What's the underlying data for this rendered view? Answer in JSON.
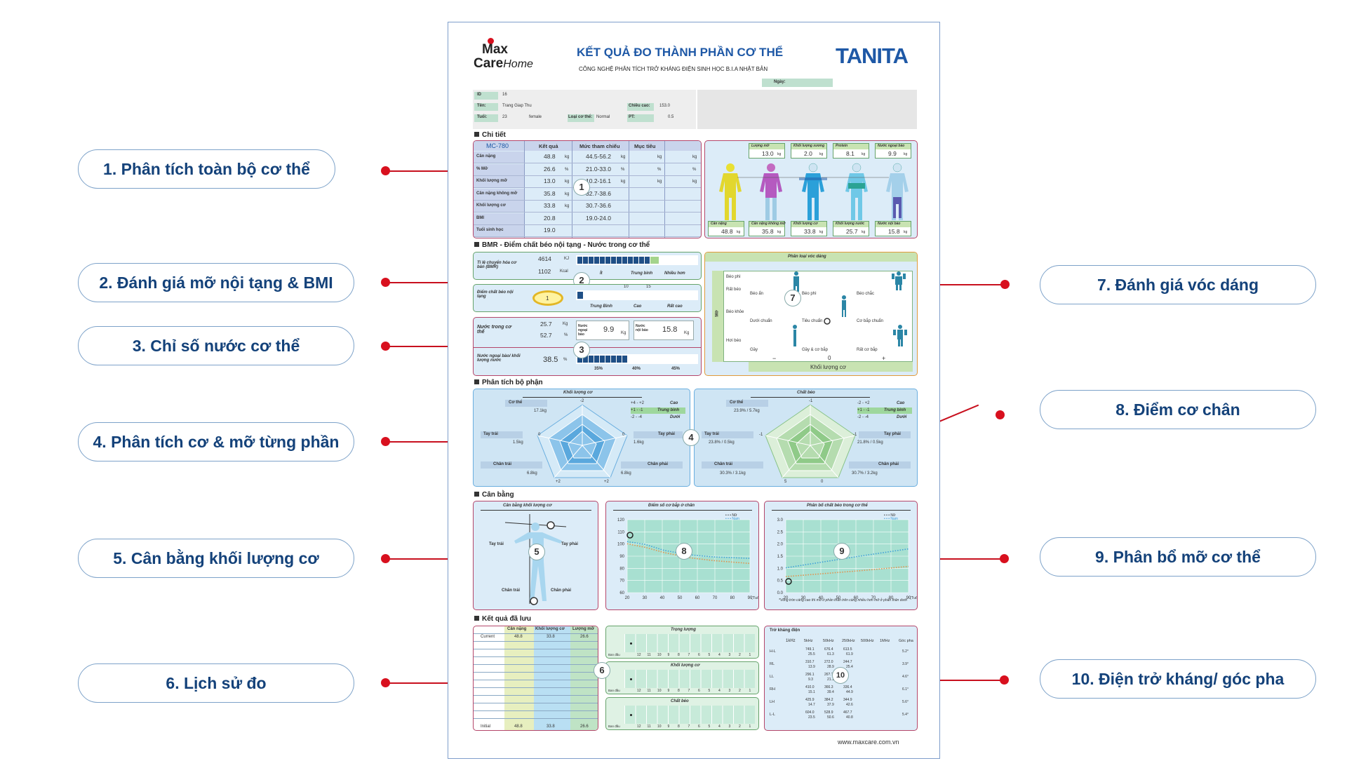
{
  "callouts": [
    {
      "label": "1. Phân tích toàn bộ cơ thể"
    },
    {
      "label": "2. Đánh giá mỡ nội tạng & BMI"
    },
    {
      "label": "3. Chỉ số nước cơ thể"
    },
    {
      "label": "4. Phân tích cơ & mỡ từng phần"
    },
    {
      "label": "5. Cân bằng khối lượng cơ"
    },
    {
      "label": "6. Lịch sử đo"
    },
    {
      "label": "7. Đánh giá vóc dáng"
    },
    {
      "label": "8. Điểm cơ chân"
    },
    {
      "label": "9. Phân bổ mỡ cơ thể"
    },
    {
      "label": "10. Điện trở kháng/ góc pha"
    }
  ],
  "header": {
    "logo_line1": "Max",
    "logo_line2_a": "Care",
    "logo_line2_b": "Home",
    "title": "KẾT QUẢ ĐO THÀNH PHẦN CƠ THỂ",
    "subtitle": "CÔNG NGHỆ PHÂN TÍCH TRỞ KHÁNG ĐIỆN SINH HỌC B.I.A NHẬT BẢN",
    "brand": "TANITA",
    "date_label": "Ngày:"
  },
  "info": {
    "id_label": "ID",
    "id_value": "16",
    "name_label": "Tên:",
    "name_value": "Trang Giap Thu",
    "height_label": "Chiều cao:",
    "height_value": "153.0",
    "age_label": "Tuổi:",
    "age_value": "23",
    "gender_value": "female",
    "type_label": "Loại cơ thể:",
    "type_value": "Normal",
    "pt_label": "PT:",
    "pt_value": "0.5"
  },
  "sections": {
    "detail": "Chi tiết",
    "bmr": "BMR - Điểm chất béo nội tạng - Nước trong cơ thể",
    "segment": "Phân tích bộ phận",
    "balance": "Cân bằng",
    "history": "Kết quả đã lưu"
  },
  "detail_table": {
    "model": "MC-780",
    "headers": [
      "Kết quả",
      "Mức tham chiếu",
      "Mục tiêu"
    ],
    "rows": [
      {
        "label": "Cân nặng",
        "value": "48.8",
        "unit": "kg",
        "ref": "44.5-56.2",
        "ref_unit": "kg",
        "target_unit": "kg",
        "extra_unit": "kg"
      },
      {
        "label": "% Mỡ",
        "value": "26.6",
        "unit": "%",
        "ref": "21.0-33.0",
        "ref_unit": "%",
        "target_unit": "%",
        "extra_unit": "%"
      },
      {
        "label": "Khối lượng mỡ",
        "value": "13.0",
        "unit": "kg",
        "ref": "10.2-16.1",
        "ref_unit": "kg",
        "target_unit": "kg",
        "extra_unit": "kg"
      },
      {
        "label": "Cân nặng không mỡ",
        "value": "35.8",
        "unit": "kg",
        "ref": "32.7-38.6",
        "ref_unit": "",
        "target_unit": "",
        "extra_unit": ""
      },
      {
        "label": "Khối lượng cơ",
        "value": "33.8",
        "unit": "kg",
        "ref": "30.7-36.6",
        "ref_unit": "",
        "target_unit": "",
        "extra_unit": ""
      },
      {
        "label": "BMI",
        "value": "20.8",
        "unit": "",
        "ref": "19.0-24.0",
        "ref_unit": "",
        "target_unit": "",
        "extra_unit": ""
      },
      {
        "label": "Tuổi sinh học",
        "value": "19.0",
        "unit": "",
        "ref": "",
        "ref_unit": "",
        "target_unit": "",
        "extra_unit": ""
      }
    ]
  },
  "body_figures": {
    "top": [
      {
        "label": "Lượng mỡ",
        "value": "13.0",
        "unit": "kg"
      },
      {
        "label": "Khối lượng xương",
        "value": "2.0",
        "unit": "kg"
      },
      {
        "label": "Protein",
        "value": "8.1",
        "unit": "kg"
      },
      {
        "label": "Nước ngoại bào",
        "value": "9.9",
        "unit": "kg"
      }
    ],
    "bottom": [
      {
        "label": "Cân nặng",
        "value": "48.8",
        "unit": "kg"
      },
      {
        "label": "Cân nặng không mỡ",
        "value": "35.8",
        "unit": "kg"
      },
      {
        "label": "Khối lượng cơ",
        "value": "33.8",
        "unit": "kg"
      },
      {
        "label": "Khối lượng nước",
        "value": "25.7",
        "unit": "kg"
      },
      {
        "label": "Nước nội bào",
        "value": "15.8",
        "unit": "kg"
      }
    ]
  },
  "bmr": {
    "label": "Tỉ lệ chuyển hóa cơ bản (BMR)",
    "kj": "4614",
    "kj_unit": "KJ",
    "kcal": "1102",
    "kcal_unit": "Kcal",
    "scale": [
      "Ít",
      "Trung bình",
      "Nhiều hơn"
    ]
  },
  "visceral": {
    "label": "Điểm chất béo nội tạng",
    "value": "1",
    "ticks": [
      "10",
      "15"
    ],
    "scale": [
      "Trung Bình",
      "Cao",
      "Rất cao"
    ]
  },
  "water": {
    "label": "Nước trong cơ thể",
    "kg": "25.7",
    "kg_unit": "Kg",
    "pct": "52.7",
    "pct_unit": "%",
    "ecw_label": "Nước ngoại bào",
    "ecw": "9.9",
    "ecw_unit": "Kg",
    "icw_label": "Nước nội bào",
    "icw": "15.8",
    "icw_unit": "Kg",
    "ratio_label": "Nước ngoại bào/ khối lượng nước",
    "ratio": "38.5",
    "ratio_unit": "%",
    "ratio_ticks": [
      "35%",
      "40%",
      "45%"
    ]
  },
  "body_type": {
    "title": "Phân loại vóc dáng",
    "y_axis": "Mỡ",
    "x_axis": "Khối lượng cơ",
    "rows": [
      "Béo phì",
      "Rất béo",
      "Béo khỏe",
      "Hơi béo"
    ],
    "cells": [
      "Béo ẩn",
      "Béo phì",
      "Béo chắc",
      "Dưới chuẩn",
      "Tiêu chuẩn",
      "Cơ bắp chuẩn",
      "Gầy",
      "Gầy & cơ bắp",
      "Rất cơ bắp"
    ],
    "minus": "−",
    "zero": "0",
    "plus": "+"
  },
  "segment_muscle": {
    "title": "Khối lượng cơ",
    "trunk_label": "Cơ thể",
    "trunk": "17.1kg",
    "left_arm_label": "Tay trái",
    "left_arm": "1.5kg",
    "right_arm_label": "Tay phải",
    "right_arm": "1.6kg",
    "left_leg_label": "Chân trái",
    "left_leg": "6.8kg",
    "right_leg_label": "Chân phải",
    "right_leg": "6.8kg",
    "legend": [
      [
        "+4 - +2",
        "Cao"
      ],
      [
        "+1 - -1",
        "Trung bình"
      ],
      [
        "-2 - -4",
        "Dưới"
      ]
    ],
    "axis": [
      "-2",
      "0",
      "0",
      "+2",
      "+2"
    ]
  },
  "segment_fat": {
    "title": "Chất béo",
    "trunk_label": "Cơ thể",
    "trunk": "23.9% / 5.7kg",
    "left_arm_label": "Tay trái",
    "left_arm": "23.8% / 0.5kg",
    "right_arm_label": "Tay phải",
    "right_arm": "21.8% / 0.5kg",
    "left_leg_label": "Chân trái",
    "left_leg": "30.3% / 3.1kg",
    "right_leg_label": "Chân phải",
    "right_leg": "30.7% / 3.2kg",
    "legend": [
      [
        "-2 - +2",
        "Cao"
      ],
      [
        "+1 - -1",
        "Trung bình"
      ],
      [
        "-2 - -4",
        "Dưới"
      ]
    ],
    "axis": [
      "-1",
      "-1",
      "-1",
      "5",
      "0"
    ]
  },
  "muscle_balance": {
    "title": "Cân bằng khối lượng cơ",
    "left_arm": "Tay trái",
    "right_arm": "Tay phải",
    "left_leg": "Chân trái",
    "right_leg": "Chân phải"
  },
  "leg_score": {
    "title": "Điểm số cơ bắp ở chân",
    "legend_f": "Nữ",
    "legend_m": "Nam",
    "y_ticks": [
      "120",
      "110",
      "100",
      "90",
      "80",
      "70",
      "60"
    ],
    "x_ticks": [
      "20",
      "30",
      "40",
      "50",
      "60",
      "70",
      "80",
      "90"
    ],
    "x_unit": "(Tuổi)"
  },
  "fat_dist": {
    "title": "Phân bố chất béo trong cơ thể",
    "legend_f": "Nữ",
    "legend_m": "Nam",
    "y_ticks": [
      "3.0",
      "2.5",
      "2.0",
      "1.5",
      "1.0",
      "0.5",
      "0.0"
    ],
    "x_ticks": [
      "20",
      "30",
      "40",
      "50",
      "60",
      "70",
      "80",
      "90"
    ],
    "x_unit": "(Tuổi)",
    "note": "*Vòng tròn càng cao thì mỡ ở phần thân trên càng nhiều hơn mỡ ở phần thân dưới"
  },
  "history": {
    "headers": [
      "Cân nặng",
      "Khối lượng cơ",
      "Lượng mỡ"
    ],
    "current_label": "Current",
    "current": [
      "48.8",
      "33.8",
      "26.6"
    ],
    "initial_label": "Initial",
    "initial": [
      "48.8",
      "33.8",
      "26.6"
    ],
    "charts": [
      "Trọng lượng",
      "Khối lượng cơ",
      "Chất béo"
    ],
    "axis_start": "Ban đầu",
    "axis_ticks": [
      "12",
      "11",
      "10",
      "9",
      "8",
      "7",
      "6",
      "5",
      "4",
      "3",
      "2",
      "1"
    ]
  },
  "impedance": {
    "title": "Trở kháng điện",
    "headers": [
      "5kHz",
      "50kHz",
      "250kHz",
      "500kHz",
      "1MHz",
      "Góc pha"
    ],
    "top_tick": "1kHz",
    "rows": [
      {
        "label": "H-L",
        "v": [
          "749.1",
          "676.4",
          "613.5"
        ],
        "s": [
          "25.5",
          "61.3",
          "61.9"
        ],
        "phase": "5.2°"
      },
      {
        "label": "RL",
        "v": [
          "310.7",
          "272.0",
          "244.7"
        ],
        "s": [
          "13.9",
          "28.9",
          "25.4"
        ],
        "phase": "3.9°"
      },
      {
        "label": "LL",
        "v": [
          "296.1",
          "26?.?",
          ""
        ],
        "s": [
          "9.3",
          "21.1",
          ""
        ],
        "phase": "4.6°"
      },
      {
        "label": "RH",
        "v": [
          "410.0",
          "366.3",
          "336.4"
        ],
        "s": [
          "15.1",
          "39.4",
          "44.9"
        ],
        "phase": "6.1°"
      },
      {
        "label": "LH",
        "v": [
          "425.9",
          "384.2",
          "344.9"
        ],
        "s": [
          "14.7",
          "37.9",
          "42.6"
        ],
        "phase": "5.6°"
      },
      {
        "label": "L-L",
        "v": [
          "604.0",
          "528.9",
          "467.7"
        ],
        "s": [
          "23.5",
          "50.6",
          "40.8"
        ],
        "phase": "5.4°"
      }
    ]
  },
  "footer": {
    "url": "www.maxcare.com.vn"
  },
  "colors": {
    "accent": "#14427a",
    "pill_border": "#7da2c9",
    "callout_red": "#d8101e",
    "panel_bg": "#dcecf8"
  }
}
